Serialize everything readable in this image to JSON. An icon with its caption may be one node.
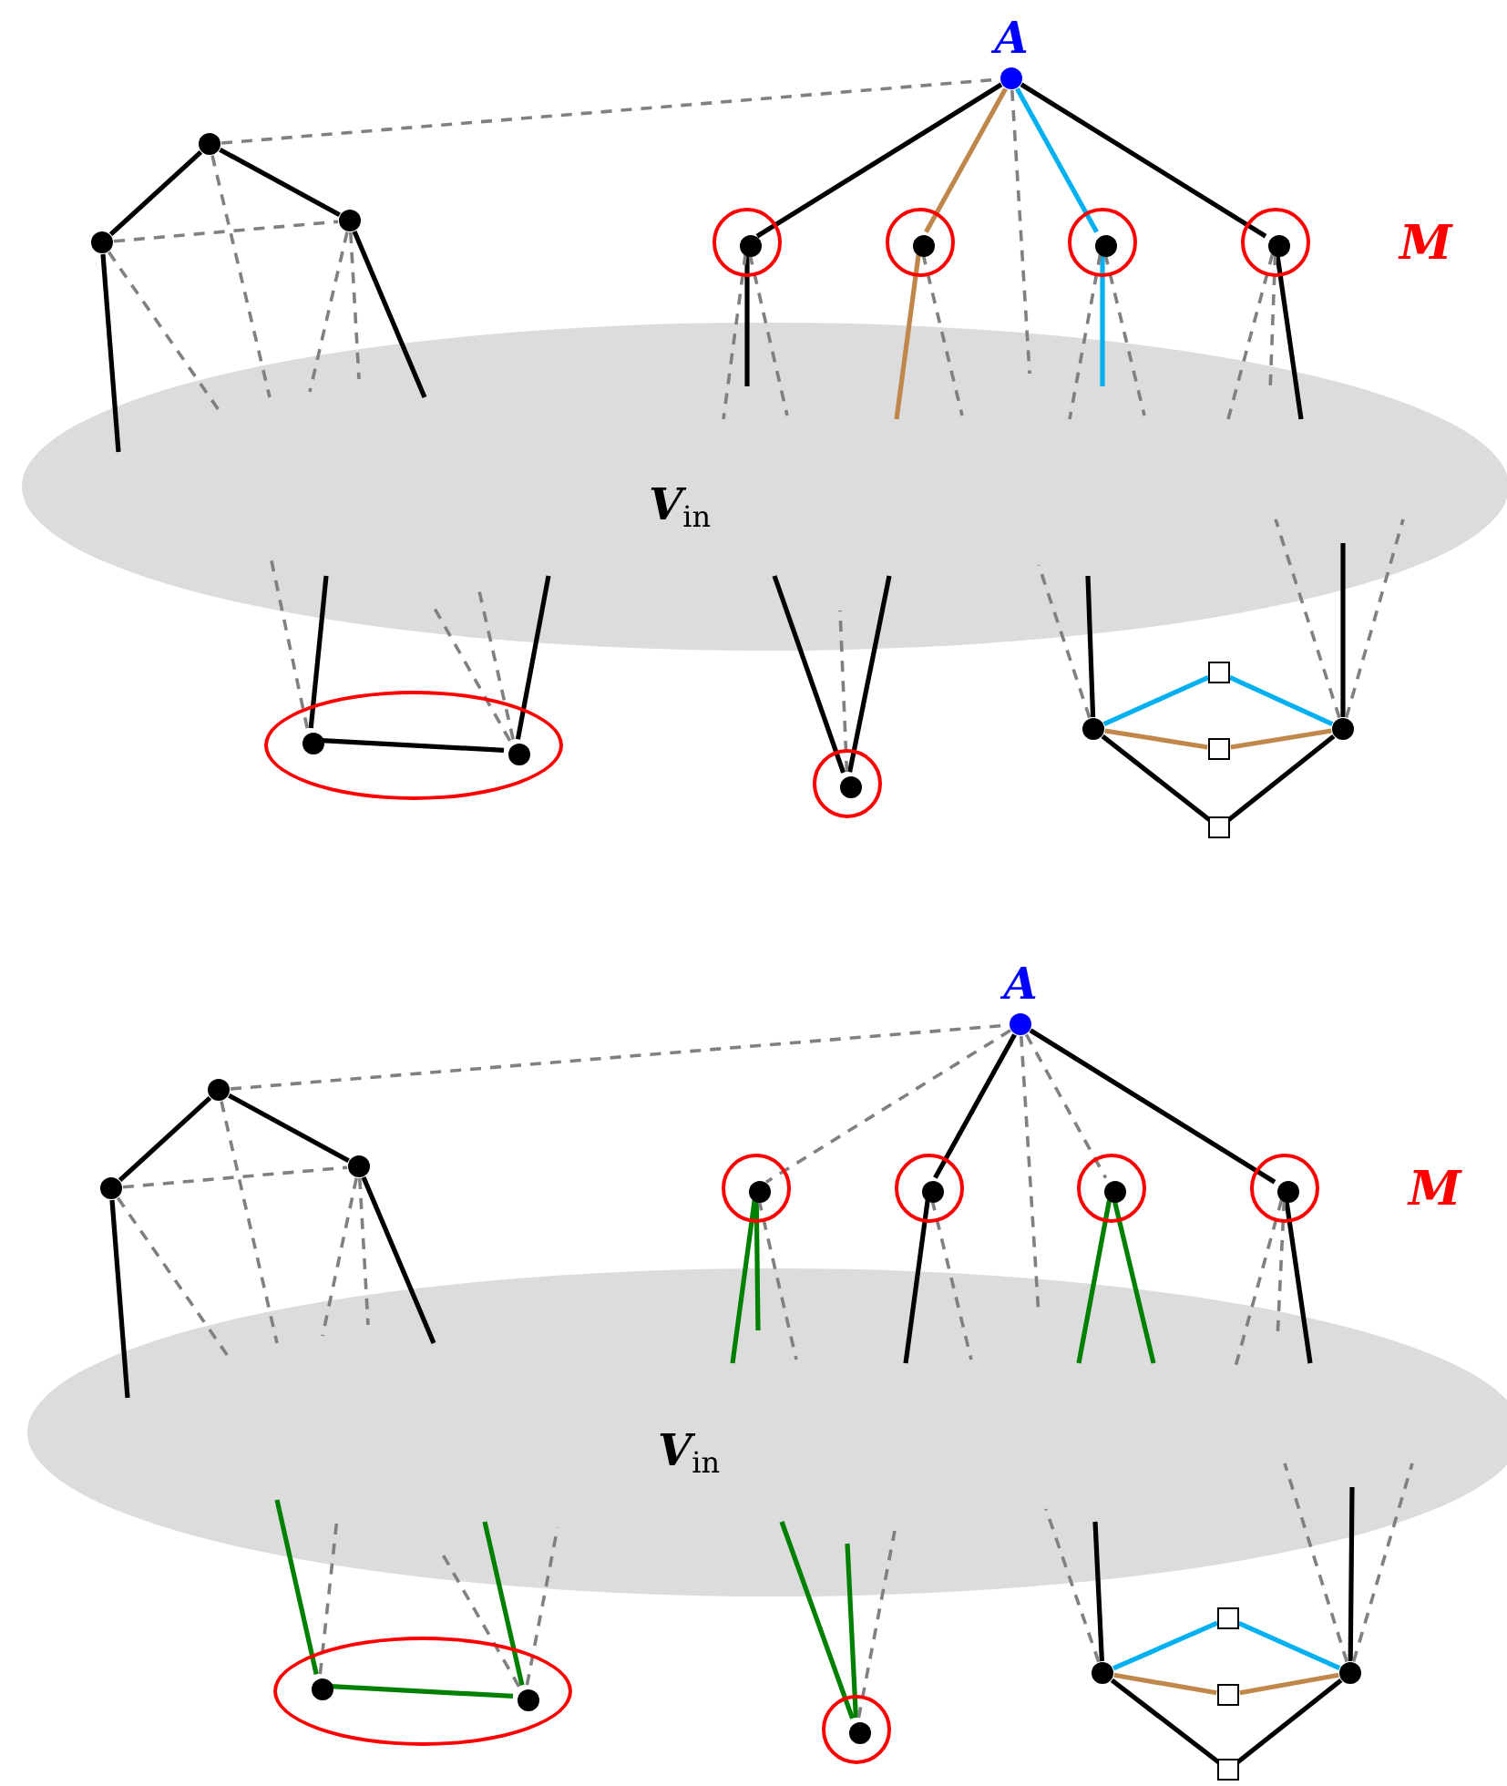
{
  "diagram": {
    "nodes": [
      {
        "text": [
          "A"
        ]
      },
      {
        "text": [],
        "shape": "circle"
      },
      {
        "text": [],
        "shape": "circle"
      },
      {
        "text": [],
        "shape": "circle"
      },
      {
        "text": [],
        "shape": "circle"
      },
      {
        "text": [],
        "shape": "circle",
        "in": 4
      },
      {
        "text": [],
        "shape": "circle"
      },
      {
        "text": [],
        "shape": "circle",
        "in": 6
      },
      {
        "text": [],
        "shape": "circle"
      },
      {
        "text": [],
        "shape": "circle",
        "in": 8
      },
      {
        "text": [],
        "shape": "circle"
      },
      {
        "text": [],
        "shape": "circle",
        "in": 10
      },
      {
        "text": [
          "**V**$_{in}$"
        ]
      },
      {
        "text": [],
        "shape": "ellipse"
      },
      {
        "text": [],
        "shape": "circle",
        "in": 13
      },
      {
        "text": [],
        "shape": "circle",
        "in": 13
      },
      {
        "text": [],
        "shape": "box"
      },
      {
        "text": [],
        "shape": "circle"
      },
      {
        "text": [],
        "shape": "box"
      },
      {
        "text": [],
        "shape": "circle"
      },
      {
        "text": [],
        "shape": "circle"
      },
      {
        "text": [],
        "shape": "circle",
        "in": 20
      },
      {
        "text": [],
        "shape": "box"
      },
      {
        "text": [
          "A"
        ]
      },
      {
        "text": [],
        "shape": "circle"
      },
      {
        "text": [],
        "shape": "circle"
      },
      {
        "text": [],
        "shape": "circle"
      },
      {
        "text": [],
        "shape": "circle"
      },
      {
        "text": [],
        "shape": "circle",
        "in": 27
      },
      {
        "text": [],
        "shape": "circle"
      },
      {
        "text": [],
        "shape": "circle",
        "in": 29
      },
      {
        "text": [],
        "shape": "circle"
      },
      {
        "text": [],
        "shape": "circle",
        "in": 31
      },
      {
        "text": [],
        "shape": "circle"
      },
      {
        "text": [],
        "shape": "circle",
        "in": 33
      },
      {
        "text": [
          "**V**$_{in}$"
        ]
      },
      {
        "text": [],
        "shape": "ellipse"
      },
      {
        "text": [],
        "shape": "circle",
        "in": 36
      },
      {
        "text": [],
        "shape": "circle",
        "in": 36
      },
      {
        "text": [],
        "shape": "box"
      },
      {
        "text": [],
        "shape": "circle"
      },
      {
        "text": [],
        "shape": "box"
      },
      {
        "text": [],
        "shape": "circle"
      },
      {
        "text": [],
        "shape": "circle"
      },
      {
        "text": [],
        "shape": "circle",
        "in": 43
      },
      {
        "text": [],
        "shape": "box"
      }
    ],
    "edges": [
      {
        "from": 0,
        "to": 5,
        "arrow": "none",
        "color": "#000000"
      },
      {
        "from": 0,
        "to": 11,
        "arrow": "none",
        "color": "#000000"
      },
      {
        "from": 0,
        "to": 7,
        "arrow": "none",
        "color": "#c0874a"
      },
      {
        "from": 0,
        "to": 9,
        "arrow": "none",
        "color": "#00b0f0"
      },
      {
        "from": 1,
        "to": 2,
        "arrow": "none",
        "color": "#000000"
      },
      {
        "from": 1,
        "to": 3,
        "arrow": "none",
        "color": "#000000"
      },
      {
        "from": 1,
        "to": 0,
        "arrow": "none",
        "style": "dashed"
      },
      {
        "from": 2,
        "to": 3,
        "arrow": "none",
        "style": "dashed"
      },
      {
        "from": 0,
        "to": 12,
        "arrow": "none",
        "style": "dashed"
      },
      {
        "from": 2,
        "to": 12,
        "arrow": "none",
        "color": "#000000"
      },
      {
        "from": 2,
        "to": 12,
        "arrow": "none",
        "style": "dashed"
      },
      {
        "from": 1,
        "to": 12,
        "arrow": "none",
        "style": "dashed"
      },
      {
        "from": 3,
        "to": 12,
        "arrow": "none",
        "style": "dashed"
      },
      {
        "from": 3,
        "to": 12,
        "arrow": "none",
        "style": "dashed"
      },
      {
        "from": 3,
        "to": 12,
        "arrow": "none",
        "color": "#000000"
      },
      {
        "from": 5,
        "to": 12,
        "arrow": "none",
        "color": "#000000"
      },
      {
        "from": 5,
        "to": 12,
        "arrow": "none",
        "style": "dashed"
      },
      {
        "from": 5,
        "to": 12,
        "arrow": "none",
        "style": "dashed"
      },
      {
        "from": 7,
        "to": 12,
        "arrow": "none",
        "color": "#c0874a"
      },
      {
        "from": 7,
        "to": 12,
        "arrow": "none",
        "style": "dashed"
      },
      {
        "from": 9,
        "to": 12,
        "arrow": "none",
        "color": "#00b0f0"
      },
      {
        "from": 9,
        "to": 12,
        "arrow": "none",
        "style": "dashed"
      },
      {
        "from": 9,
        "to": 12,
        "arrow": "none",
        "style": "dashed"
      },
      {
        "from": 11,
        "to": 12,
        "arrow": "none",
        "color": "#000000"
      },
      {
        "from": 11,
        "to": 12,
        "arrow": "none",
        "style": "dashed"
      },
      {
        "from": 11,
        "to": 12,
        "arrow": "none",
        "style": "dashed"
      },
      {
        "from": 14,
        "to": 15,
        "arrow": "none",
        "color": "#000000"
      },
      {
        "from": 14,
        "to": 12,
        "arrow": "none",
        "color": "#000000"
      },
      {
        "from": 14,
        "to": 12,
        "arrow": "none",
        "style": "dashed"
      },
      {
        "from": 15,
        "to": 12,
        "arrow": "none",
        "color": "#000000"
      },
      {
        "from": 15,
        "to": 12,
        "arrow": "none",
        "style": "dashed"
      },
      {
        "from": 15,
        "to": 12,
        "arrow": "none",
        "style": "dashed"
      },
      {
        "from": 21,
        "to": 12,
        "arrow": "none",
        "color": "#000000"
      },
      {
        "from": 21,
        "to": 12,
        "arrow": "none",
        "color": "#000000"
      },
      {
        "from": 21,
        "to": 12,
        "arrow": "none",
        "style": "dashed"
      },
      {
        "from": 17,
        "to": 12,
        "arrow": "none",
        "color": "#000000"
      },
      {
        "from": 17,
        "to": 12,
        "arrow": "none",
        "style": "dashed"
      },
      {
        "from": 19,
        "to": 12,
        "arrow": "none",
        "color": "#000000"
      },
      {
        "from": 19,
        "to": 12,
        "arrow": "none",
        "style": "dashed"
      },
      {
        "from": 19,
        "to": 12,
        "arrow": "none",
        "style": "dashed"
      },
      {
        "from": 17,
        "to": 16,
        "arrow": "none",
        "color": "#00b0f0"
      },
      {
        "from": 16,
        "to": 19,
        "arrow": "none",
        "color": "#00b0f0"
      },
      {
        "from": 17,
        "to": 18,
        "arrow": "none",
        "color": "#c0874a"
      },
      {
        "from": 18,
        "to": 19,
        "arrow": "none",
        "color": "#c0874a"
      },
      {
        "from": 17,
        "to": 22,
        "arrow": "none",
        "color": "#000000"
      },
      {
        "from": 22,
        "to": 19,
        "arrow": "none",
        "color": "#000000"
      },
      {
        "from": 23,
        "to": 30,
        "arrow": "none",
        "color": "#000000"
      },
      {
        "from": 23,
        "to": 34,
        "arrow": "none",
        "color": "#000000"
      },
      {
        "from": 23,
        "to": 28,
        "arrow": "none",
        "style": "dashed"
      },
      {
        "from": 24,
        "to": 23,
        "arrow": "none",
        "style": "dashed"
      },
      {
        "from": 23,
        "to": 32,
        "arrow": "none",
        "style": "dashed"
      },
      {
        "from": 24,
        "to": 25,
        "arrow": "none",
        "color": "#000000"
      },
      {
        "from": 24,
        "to": 26,
        "arrow": "none",
        "color": "#000000"
      },
      {
        "from": 25,
        "to": 26,
        "arrow": "none",
        "style": "dashed"
      },
      {
        "from": 23,
        "to": 35,
        "arrow": "none",
        "style": "dashed"
      },
      {
        "from": 25,
        "to": 35,
        "arrow": "none",
        "color": "#000000"
      },
      {
        "from": 25,
        "to": 35,
        "arrow": "none",
        "style": "dashed"
      },
      {
        "from": 24,
        "to": 35,
        "arrow": "none",
        "style": "dashed"
      },
      {
        "from": 26,
        "to": 35,
        "arrow": "none",
        "style": "dashed"
      },
      {
        "from": 26,
        "to": 35,
        "arrow": "none",
        "style": "dashed"
      },
      {
        "from": 26,
        "to": 35,
        "arrow": "none",
        "color": "#000000"
      },
      {
        "from": 28,
        "to": 35,
        "arrow": "none",
        "color": "#008000"
      },
      {
        "from": 28,
        "to": 35,
        "arrow": "none",
        "color": "#008000"
      },
      {
        "from": 28,
        "to": 35,
        "arrow": "none",
        "style": "dashed"
      },
      {
        "from": 30,
        "to": 35,
        "arrow": "none",
        "color": "#000000"
      },
      {
        "from": 30,
        "to": 35,
        "arrow": "none",
        "style": "dashed"
      },
      {
        "from": 32,
        "to": 35,
        "arrow": "none",
        "color": "#008000"
      },
      {
        "from": 32,
        "to": 35,
        "arrow": "none",
        "color": "#008000"
      },
      {
        "from": 34,
        "to": 35,
        "arrow": "none",
        "color": "#000000"
      },
      {
        "from": 34,
        "to": 35,
        "arrow": "none",
        "style": "dashed"
      },
      {
        "from": 34,
        "to": 35,
        "arrow": "none",
        "style": "dashed"
      },
      {
        "from": 37,
        "to": 38,
        "arrow": "none",
        "color": "#008000"
      },
      {
        "from": 37,
        "to": 35,
        "arrow": "none",
        "color": "#008000"
      },
      {
        "from": 37,
        "to": 35,
        "arrow": "none",
        "style": "dashed"
      },
      {
        "from": 38,
        "to": 35,
        "arrow": "none",
        "color": "#008000"
      },
      {
        "from": 38,
        "to": 35,
        "arrow": "none",
        "style": "dashed"
      },
      {
        "from": 38,
        "to": 35,
        "arrow": "none",
        "style": "dashed"
      },
      {
        "from": 44,
        "to": 35,
        "arrow": "none",
        "color": "#008000"
      },
      {
        "from": 44,
        "to": 35,
        "arrow": "none",
        "color": "#008000"
      },
      {
        "from": 44,
        "to": 35,
        "arrow": "none",
        "style": "dashed"
      },
      {
        "from": 40,
        "to": 35,
        "arrow": "none",
        "color": "#000000"
      },
      {
        "from": 40,
        "to": 35,
        "arrow": "none",
        "style": "dashed"
      },
      {
        "from": 42,
        "to": 35,
        "arrow": "none",
        "color": "#000000"
      },
      {
        "from": 42,
        "to": 35,
        "arrow": "none",
        "style": "dashed"
      },
      {
        "from": 42,
        "to": 35,
        "arrow": "none",
        "style": "dashed"
      },
      {
        "from": 40,
        "to": 39,
        "arrow": "none",
        "color": "#00b0f0"
      },
      {
        "from": 39,
        "to": 42,
        "arrow": "none",
        "color": "#00b0f0"
      },
      {
        "from": 40,
        "to": 41,
        "arrow": "none",
        "color": "#c0874a"
      },
      {
        "from": 41,
        "to": 42,
        "arrow": "none",
        "color": "#c0874a"
      },
      {
        "from": 40,
        "to": 45,
        "arrow": "none",
        "color": "#000000"
      },
      {
        "from": 45,
        "to": 42,
        "arrow": "none",
        "color": "#000000"
      }
    ],
    "labels": [
      "M",
      "M"
    ]
  }
}
